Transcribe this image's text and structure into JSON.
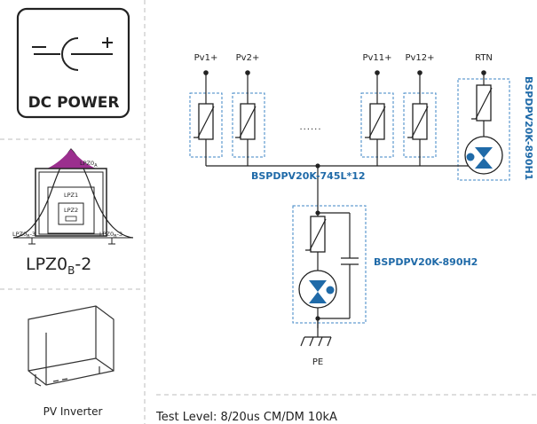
{
  "left_panel": {
    "dc_power_label": "DC POWER",
    "zone_diagram": {
      "zones": [
        "LPZ0A",
        "LPZ0B -2",
        "LPZ1",
        "LPZ2",
        "LPZ0B-3",
        "LPZ0B-3"
      ],
      "caption_main": "LPZ0",
      "caption_sub": "B",
      "caption_suffix": "-2"
    },
    "inverter_label": "PV Inverter"
  },
  "circuit": {
    "inputs": [
      "Pv1+",
      "Pv2+",
      "Pv11+",
      "Pv12+",
      "RTN"
    ],
    "ellipsis": "......",
    "module_group_label": "BSPDPV20K-745L*12",
    "module_rtn_label": "BSPDPV20K-890H1",
    "module_pe_label": "BSPDPV20K-890H2",
    "ground_label": "PE"
  },
  "footer": {
    "test_level": "Test Level: 8/20us  CM/DM 10kA"
  },
  "colors": {
    "accent_blue": "#1f6aa8",
    "dashed_box": "#3d86c6",
    "zone_purple": "#9b2f8e",
    "divider": "#bdbdbd"
  }
}
